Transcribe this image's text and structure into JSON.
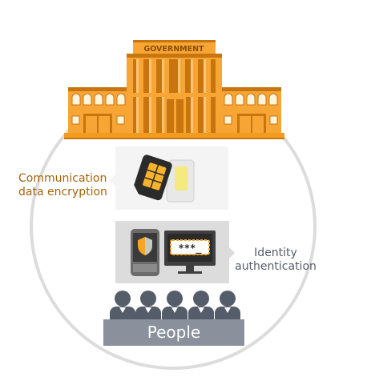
{
  "building": {
    "sign": "GOVERNMENT",
    "colors": {
      "main": "#f7a535",
      "dark": "#c8740f",
      "window": "#fff4dc",
      "base": "#f49b1f"
    }
  },
  "encryption_box": {
    "label_line1": "Communication",
    "label_line2": "data encryption",
    "icon": "sim-card-icon",
    "label_color": "#a4630c"
  },
  "identity_box": {
    "label_line1": "Identity",
    "label_line2": "authentication",
    "screen_text": "***_",
    "icons": [
      "shield-phone-icon",
      "password-monitor-icon"
    ],
    "label_color": "#555d6a"
  },
  "people": {
    "label": "People",
    "icon": "people-group-icon",
    "color": "#555d6a"
  }
}
